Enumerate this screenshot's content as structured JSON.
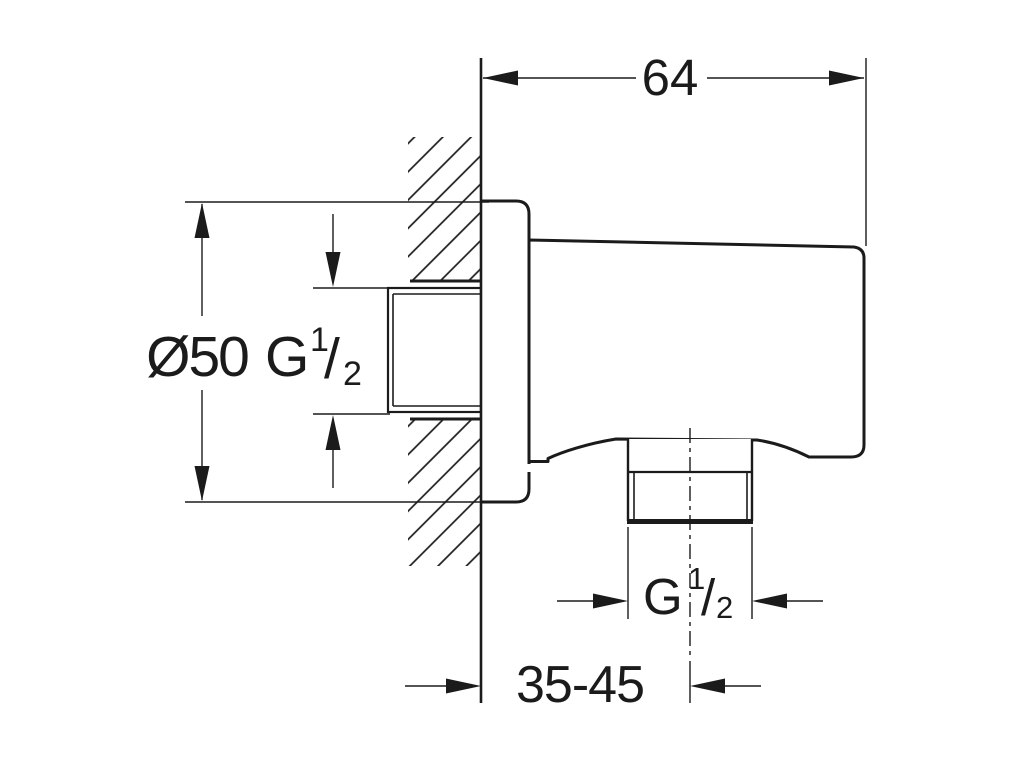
{
  "page": {
    "background": "#ffffff"
  },
  "drawing": {
    "line_color": "#1b1b1b",
    "labels": {
      "top_width": "64",
      "left_diameter": "Ø50",
      "left_thread": {
        "g": "G",
        "numerator": "1",
        "slash": "/",
        "denominator": "2"
      },
      "bottom_thread": {
        "g": "G",
        "numerator": "1",
        "slash": "/",
        "denominator": "2"
      },
      "bottom_depth_range": "35-45"
    }
  }
}
